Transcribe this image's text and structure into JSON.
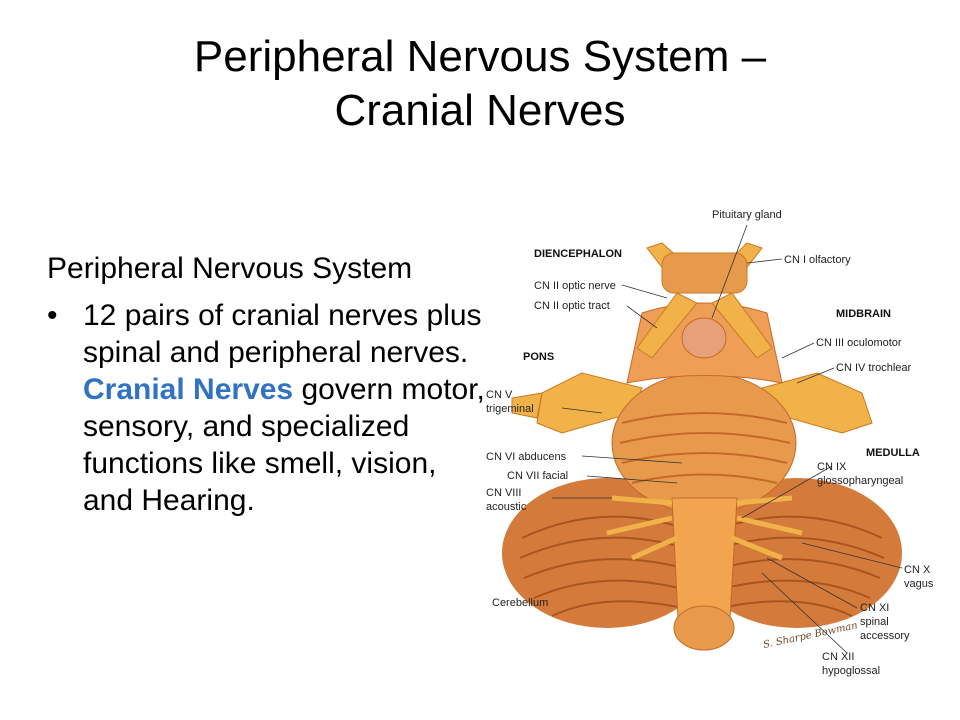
{
  "slide": {
    "title_line1": "Peripheral Nervous System –",
    "title_line2": "Cranial Nerves",
    "lead": "Peripheral Nervous System",
    "bullet_marker": "•",
    "bullet_part1": "12 pairs of cranial nerves plus spinal and peripheral nerves. ",
    "bullet_highlight": "Cranial Nerves",
    "bullet_part2": " govern motor, sensory, and specialized functions like smell, vision, and Hearing.",
    "highlight_color": "#2f73c2"
  },
  "figure": {
    "labels": {
      "pituitary": "Pituitary gland",
      "diencephalon": "DIENCEPHALON",
      "cn1": "CN I olfactory",
      "cn2_nerve": "CN II optic nerve",
      "cn2_tract": "CN II optic tract",
      "midbrain": "MIDBRAIN",
      "cn3": "CN III oculomotor",
      "pons": "PONS",
      "cn4": "CN IV trochlear",
      "cn5_a": "CN V",
      "cn5_b": "trigeminal",
      "medulla": "MEDULLA",
      "cn6": "CN VI abducens",
      "cn9_a": "CN IX",
      "cn9_b": "glossopharyngeal",
      "cn7": "CN VII facial",
      "cn8_a": "CN VIII",
      "cn8_b": "acoustic",
      "cn10_a": "CN X",
      "cn10_b": "vagus",
      "cerebellum": "Cerebellum",
      "cn11_a": "CN XI",
      "cn11_b": "spinal",
      "cn11_c": "accessory",
      "cn12_a": "CN XII",
      "cn12_b": "hypoglossal"
    },
    "signature": "S. Sharpe Bowman",
    "colors": {
      "tissue": "#e89a4c",
      "tissue_dark": "#c46a28",
      "nerve": "#f2b24a",
      "cerebellum": "#d47a3a"
    }
  }
}
